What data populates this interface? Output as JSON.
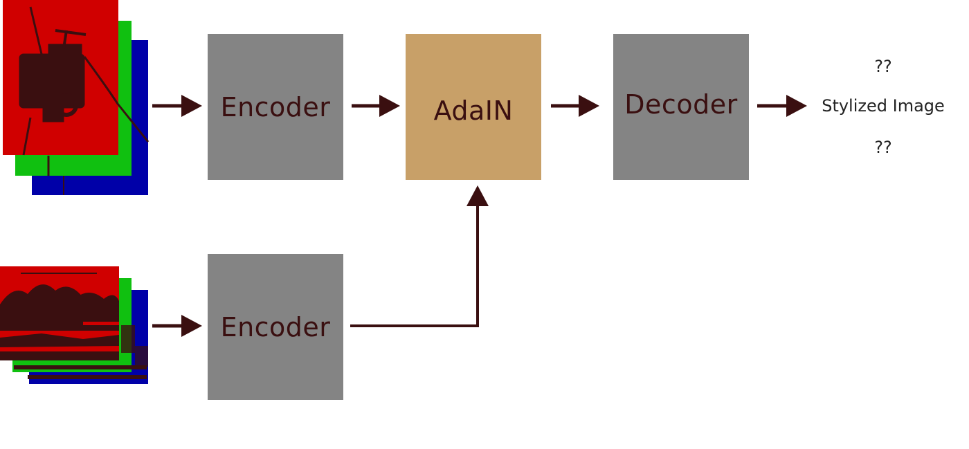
{
  "colors": {
    "arrow": "#3a0f10",
    "encoder_fill": "#848484",
    "decoder_fill": "#848484",
    "adain_fill": "#c8a068",
    "channel_red": "#d00000",
    "channel_green": "#10c010",
    "channel_blue": "#0000a8",
    "dark_content": "#3a0f10"
  },
  "blocks": {
    "encoder_top": "Encoder",
    "adain": "AdaIN",
    "decoder": "Decoder",
    "encoder_bottom": "Encoder"
  },
  "output": {
    "top_placeholder": "??",
    "label": "Stylized Image",
    "bottom_placeholder": "??"
  },
  "inputs": {
    "content_image_icon": "rgb-stack-content-image",
    "style_image_icon": "rgb-stack-style-image"
  }
}
